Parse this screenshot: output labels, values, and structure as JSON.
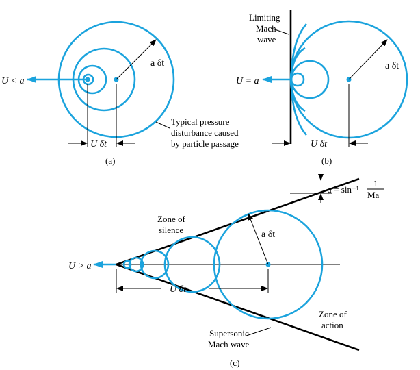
{
  "colors": {
    "wave": "#1ba3dd",
    "ink": "#000000"
  },
  "panel_a": {
    "speed_label": "U < a",
    "radius_label": "a δt",
    "travel_label": "U δt",
    "caption": "(a)",
    "note_line1": "Typical pressure",
    "note_line2": "disturbance caused",
    "note_line3": "by particle passage"
  },
  "panel_b": {
    "speed_label": "U = a",
    "radius_label": "a δt",
    "travel_label": "U δt",
    "caption": "(b)",
    "limit_line1": "Limiting",
    "limit_line2": "Mach",
    "limit_line3": "wave"
  },
  "panel_c": {
    "speed_label": "U > a",
    "radius_label": "a δt",
    "travel_label": "U δt",
    "caption": "(c)",
    "mach_angle_label": "μ = sin⁻¹",
    "mach_angle_num": "1",
    "mach_angle_den": "Ma",
    "silence_line1": "Zone of",
    "silence_line2": "silence",
    "action_line1": "Zone of",
    "action_line2": "action",
    "wave_line1": "Supersonic",
    "wave_line2": "Mach wave"
  }
}
